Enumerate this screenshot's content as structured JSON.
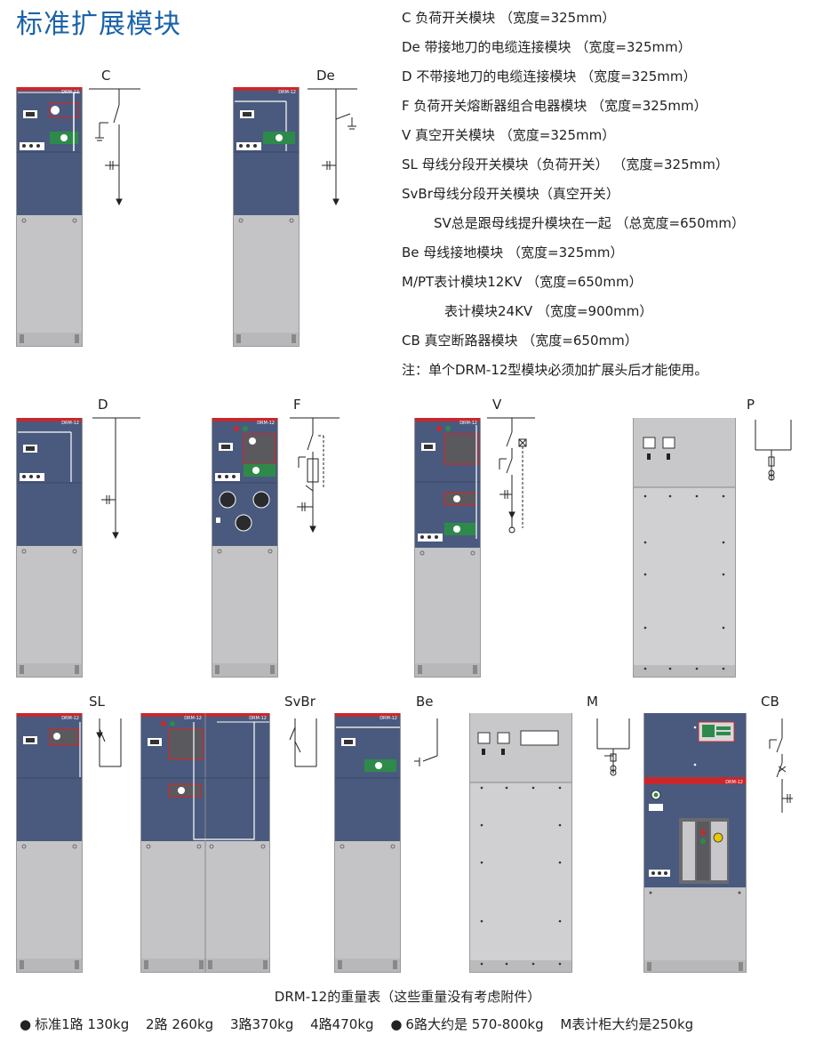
{
  "title": "标准扩展模块",
  "legend": [
    {
      "text": "C   负荷开关模块  （宽度=325mm）",
      "indent": 0
    },
    {
      "text": "De  带接地刀的电缆连接模块  （宽度=325mm）",
      "indent": 0
    },
    {
      "text": "D   不带接地刀的电缆连接模块  （宽度=325mm）",
      "indent": 0
    },
    {
      "text": "F   负荷开关熔断器组合电器模块  （宽度=325mm）",
      "indent": 0
    },
    {
      "text": "V   真空开关模块  （宽度=325mm）",
      "indent": 0
    },
    {
      "text": "SL  母线分段开关模块（负荷开关）  （宽度=325mm）",
      "indent": 0
    },
    {
      "text": "SvBr母线分段开关模块（真空开关）",
      "indent": 0
    },
    {
      "text": "SV总是跟母线提升模块在一起  （总宽度=650mm）",
      "indent": 1
    },
    {
      "text": "Be  母线接地模块  （宽度=325mm）",
      "indent": 0
    },
    {
      "text": "M/PT表计模块12KV  （宽度=650mm）",
      "indent": 0
    },
    {
      "text": "表计模块24KV  （宽度=900mm）",
      "indent": 2
    },
    {
      "text": "CB  真空断路器模块  （宽度=650mm）",
      "indent": 0
    },
    {
      "text": "注：单个DRM-12型模块必须加扩展头后才能使用。",
      "indent": 0
    }
  ],
  "module_labels": {
    "c": "C",
    "de": "De",
    "d": "D",
    "f": "F",
    "v": "V",
    "p": "P",
    "sl": "SL",
    "svbr": "SvBr",
    "be": "Be",
    "m": "M",
    "cb": "CB"
  },
  "panel_tag": "DRM-12",
  "weight_title": "DRM-12的重量表（这些重量没有考虑附件）",
  "weights": {
    "w1": "标准1路  130kg",
    "w2": "2路 260kg",
    "w3": "3路370kg",
    "w4": "4路470kg",
    "w6": "6路大约是   570-800kg",
    "wm": "M表计柜大约是250kg",
    "bullet": "●"
  },
  "colors": {
    "panel_blue": "#4a5a7e",
    "panel_red": "#c8282d",
    "panel_gray": "#c4c4c6",
    "title_blue": "#1a63a9"
  }
}
